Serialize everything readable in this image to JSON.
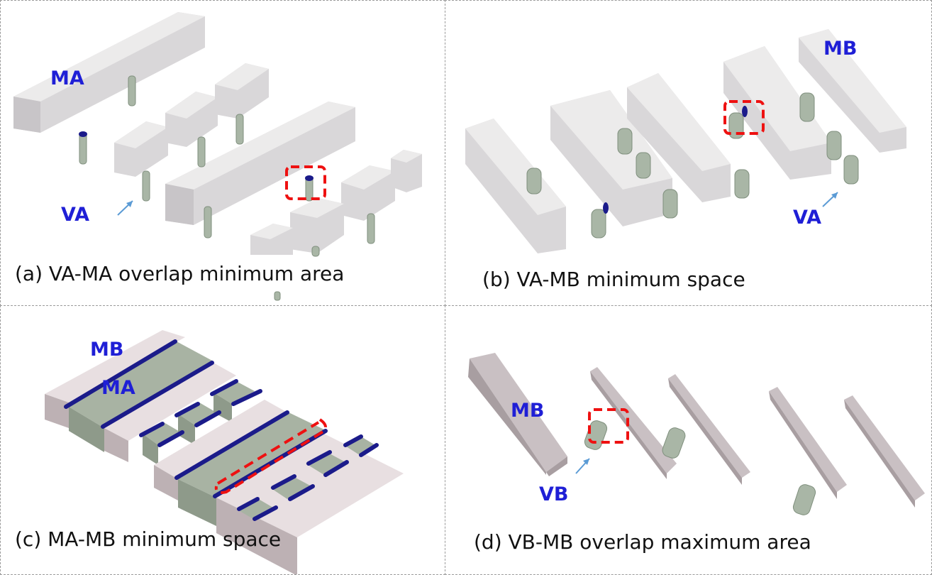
{
  "panels": {
    "a": {
      "caption": "(a) VA-MA overlap minimum area",
      "labels": [
        "MA",
        "VA"
      ]
    },
    "b": {
      "caption": "(b) VA-MB minimum space",
      "labels": [
        "MB",
        "VA"
      ]
    },
    "c": {
      "caption": "(c) MA-MB minimum space",
      "labels": [
        "MB",
        "MA"
      ]
    },
    "d": {
      "caption": "(d) VB-MB overlap maximum area",
      "labels": [
        "MB",
        "VB"
      ]
    }
  },
  "colors": {
    "metal_top": "#ecebeb",
    "metal_side": "#d9d7d9",
    "metal_front": "#c8c5c8",
    "via": "#a9b6a6",
    "via_dark": "#7f8f7d",
    "overlap": "#1b1b8a",
    "highlight": "#ee1111",
    "arrow": "#5b9bd5",
    "label": "#1f1fd6",
    "green_top": "#a8b3a3",
    "green_front": "#8e9a8a",
    "mb_top": "#e8dfe1",
    "mb_front": "#bdb1b4",
    "dark_top": "#c9c0c3",
    "dark_front": "#a89ea1"
  }
}
